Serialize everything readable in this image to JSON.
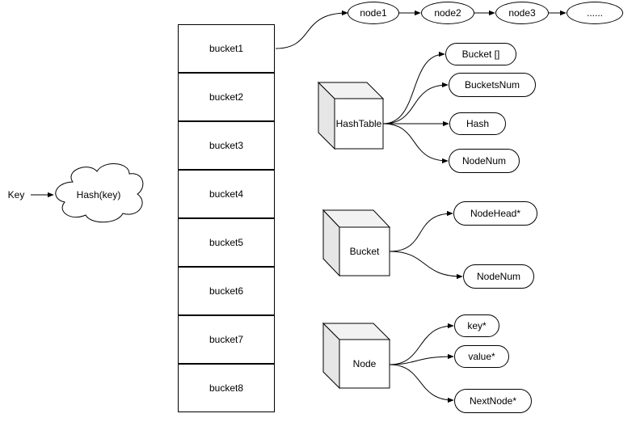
{
  "key_label": "Key",
  "hash_label": "Hash(key)",
  "buckets": [
    "bucket1",
    "bucket2",
    "bucket3",
    "bucket4",
    "bucket5",
    "bucket6",
    "bucket7",
    "bucket8"
  ],
  "chain": [
    "node1",
    "node2",
    "node3",
    "......"
  ],
  "hashtable": {
    "name": "HashTable",
    "fields": [
      "Bucket []",
      "BucketsNum",
      "Hash",
      "NodeNum"
    ]
  },
  "bucket_struct": {
    "name": "Bucket",
    "fields": [
      "NodeHead*",
      "NodeNum"
    ]
  },
  "node_struct": {
    "name": "Node",
    "fields": [
      "key*",
      "value*",
      "NextNode*"
    ]
  }
}
